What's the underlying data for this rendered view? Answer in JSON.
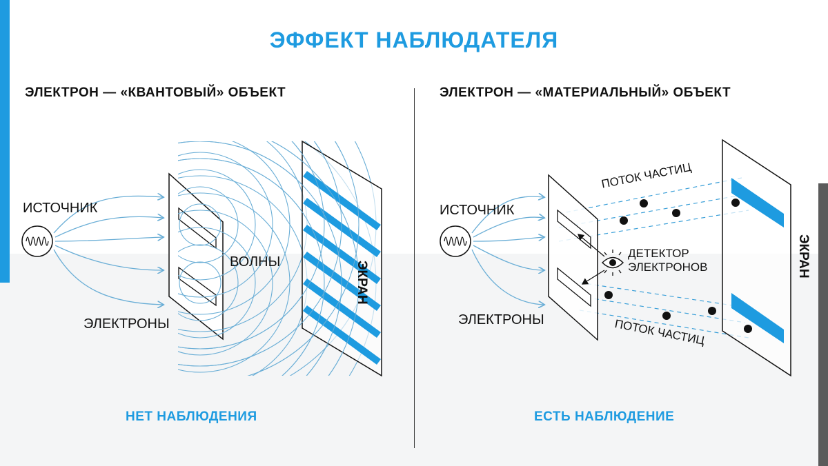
{
  "title": "ЭФФЕКТ НАБЛЮДАТЕЛЯ",
  "left": {
    "subtitle": "ЭЛЕКТРОН — «КВАНТОВЫЙ» ОБЪЕКТ",
    "source_label": "ИСТОЧНИК",
    "electrons_label": "ЭЛЕКТРОНЫ",
    "waves_label": "ВОЛНЫ",
    "screen_label": "ЭКРАН",
    "caption": "НЕТ НАБЛЮДЕНИЯ"
  },
  "right": {
    "subtitle": "ЭЛЕКТРОН — «МАТЕРИАЛЬНЫЙ» ОБЪЕКТ",
    "source_label": "ИСТОЧНИК",
    "electrons_label": "ЭЛЕКТРОНЫ",
    "stream_top_label": "ПОТОК ЧАСТИЦ",
    "stream_bottom_label": "ПОТОК ЧАСТИЦ",
    "detector_label_line1": "ДЕТЕКТОР",
    "detector_label_line2": "ЭЛЕКТРОНОВ",
    "screen_label": "ЭКРАН",
    "caption": "ЕСТЬ НАБЛЮДЕНИЕ"
  },
  "colors": {
    "accent": "#1e9be0",
    "wave": "#6aaed6",
    "ink": "#111111",
    "side_bar": "#5b5b5b"
  },
  "icons": [
    "source-wave-icon",
    "eye-icon"
  ]
}
